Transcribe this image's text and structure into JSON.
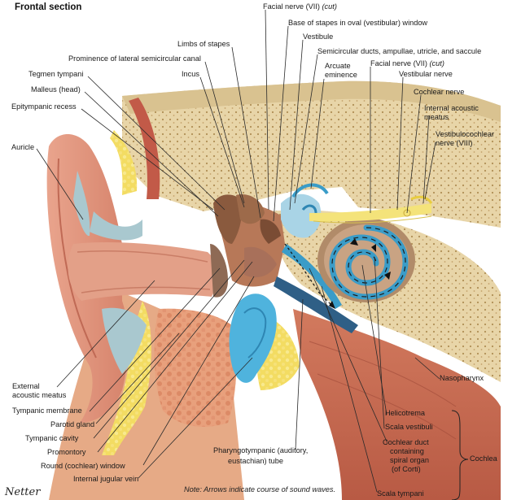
{
  "title": "Frontal section",
  "note": "Note: Arrows indicate course of sound waves.",
  "signature": "Netter",
  "labels": {
    "facial_nerve_top": "Facial nerve (VII) (cut)",
    "base_stapes": "Base of stapes in oval (vestibular) window",
    "vestibule": "Vestibule",
    "limbs_stapes": "Limbs of stapes",
    "semicircular_ducts": "Semicircular ducts, ampullae, utricle, and saccule",
    "prominence_lateral": "Prominence of lateral semicircular canal",
    "arcuate": "Arcuate",
    "eminence": "eminence",
    "facial_nerve_right": "Facial nerve (VII) (cut)",
    "incus": "Incus",
    "vestibular_nerve": "Vestibular nerve",
    "tegmen": "Tegmen tympani",
    "malleus": "Malleus (head)",
    "cochlear_nerve": "Cochlear nerve",
    "epitympanic": "Epitympanic recess",
    "internal_acoustic_1": "Internal acoustic",
    "internal_acoustic_2": "meatus",
    "vestibulocochlear_1": "Vestibulocochlear",
    "vestibulocochlear_2": "nerve (VIII)",
    "auricle": "Auricle",
    "external_meatus_1": "External",
    "external_meatus_2": "acoustic meatus",
    "nasopharynx": "Nasopharynx",
    "tympanic_membrane": "Tympanic membrane",
    "helicotrema": "Helicotrema",
    "parotid": "Parotid gland",
    "scala_vestibuli": "Scala vestibuli",
    "tympanic_cavity": "Tympanic cavity",
    "cochlea": "Cochlea",
    "promontory": "Promontory",
    "pharyngotympanic_1": "Pharyngotympanic (auditory,",
    "pharyngotympanic_2": "eustachian) tube",
    "cochlear_duct_1": "Cochlear duct",
    "cochlear_duct_2": "containing",
    "cochlear_duct_3": "spiral organ",
    "cochlear_duct_4": "(of Corti)",
    "round_window": "Round (cochlear) window",
    "jugular": "Internal jugular vein",
    "scala_tympani": "Scala tympani"
  },
  "colors": {
    "skin": "#e8a38c",
    "skin_dark": "#c9705a",
    "bone": "#e6d3a6",
    "bone_dot": "#b99a5e",
    "fat": "#f2da5a",
    "cartilage": "#a9c8cf",
    "vein": "#4fb3dd",
    "muscle": "#c96a52",
    "nerve": "#f4e37a",
    "cochlea_blue": "#3a9cc8",
    "ossicle": "#9a6a4c"
  }
}
